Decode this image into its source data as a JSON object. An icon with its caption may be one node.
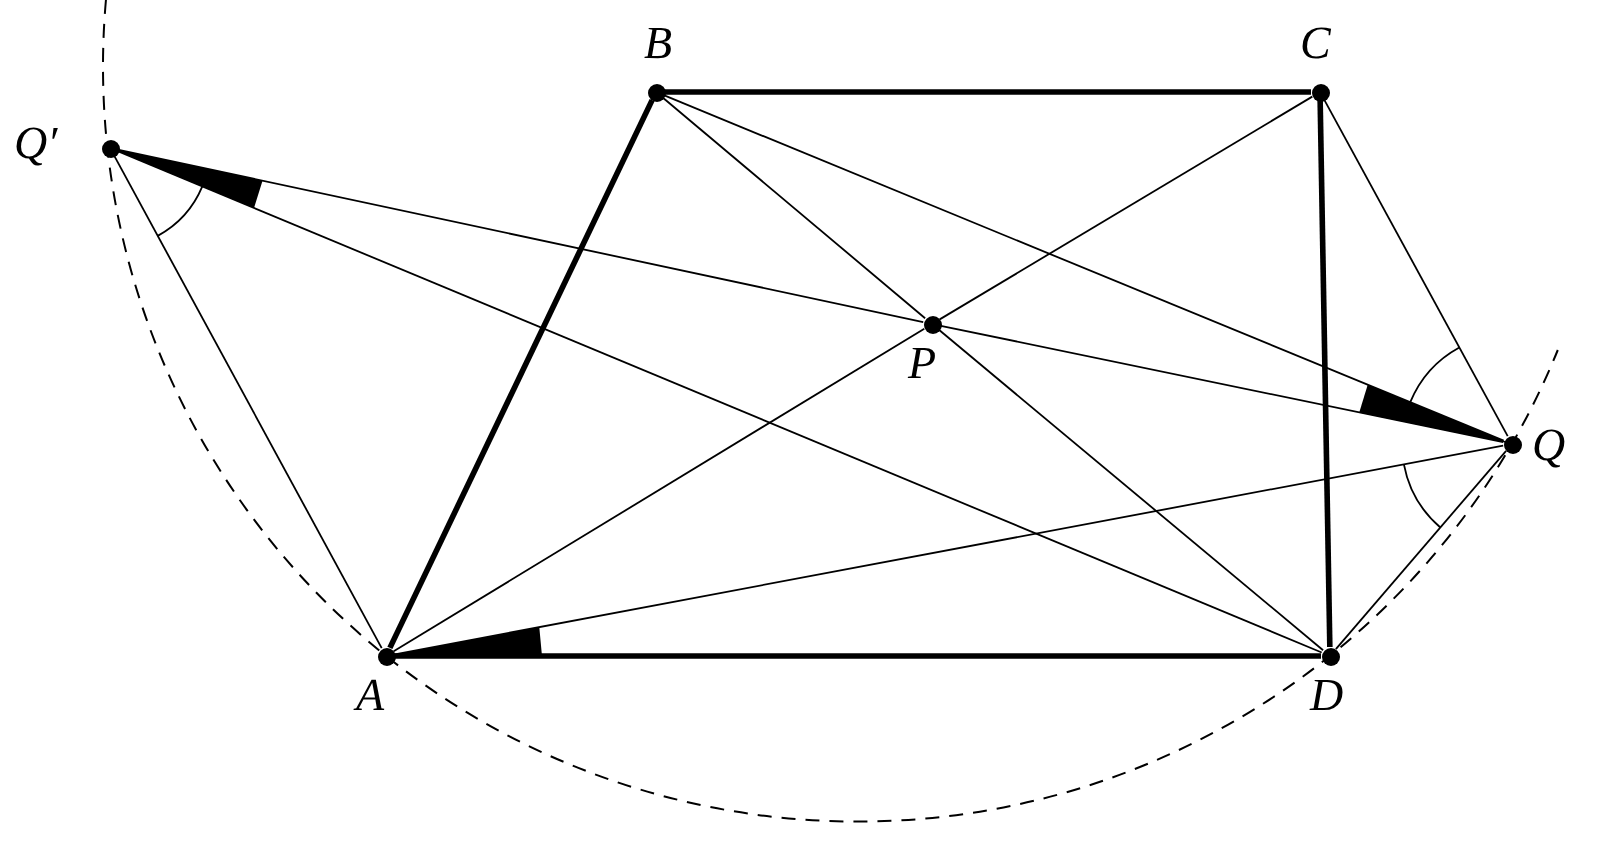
{
  "diagram": {
    "nodes": [
      {
        "text": [
          "B"
        ]
      },
      {
        "text": [
          "C"
        ]
      },
      {
        "text": [
          "Q′"
        ]
      },
      {
        "text": [
          "P"
        ]
      },
      {
        "text": [
          "Q"
        ]
      },
      {
        "text": [
          "A"
        ]
      },
      {
        "text": [
          "D"
        ]
      }
    ],
    "edges": [
      {
        "from": 5,
        "to": 0,
        "arrow": "none",
        "style": "thick"
      },
      {
        "from": 0,
        "to": 1,
        "arrow": "none",
        "style": "thick"
      },
      {
        "from": 1,
        "to": 6,
        "arrow": "none",
        "style": "thick"
      },
      {
        "from": 5,
        "to": 6,
        "arrow": "none",
        "style": "thick"
      },
      {
        "from": 2,
        "to": 5,
        "arrow": "none"
      },
      {
        "from": 2,
        "to": 3,
        "arrow": "none"
      },
      {
        "from": 3,
        "to": 4,
        "arrow": "none"
      },
      {
        "from": 2,
        "to": 6,
        "arrow": "none"
      },
      {
        "from": 0,
        "to": 4,
        "arrow": "none"
      },
      {
        "from": 0,
        "to": 3,
        "arrow": "none"
      },
      {
        "from": 3,
        "to": 6,
        "arrow": "none"
      },
      {
        "from": 5,
        "to": 3,
        "arrow": "none"
      },
      {
        "from": 3,
        "to": 1,
        "arrow": "none"
      },
      {
        "from": 1,
        "to": 4,
        "arrow": "none"
      },
      {
        "from": 5,
        "to": 4,
        "arrow": "none"
      },
      {
        "from": 6,
        "to": 4,
        "arrow": "none"
      }
    ]
  }
}
